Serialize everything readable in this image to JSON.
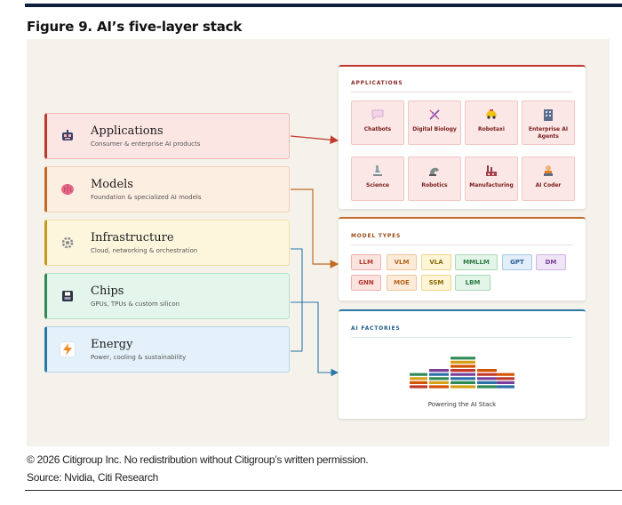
{
  "figure": {
    "title": "Figure 9. AI’s five-layer stack"
  },
  "layers": [
    {
      "title": "Applications",
      "subtitle": "Consumer & enterprise AI products",
      "icon": "robot-icon",
      "bg": "#fbe6e4",
      "border": "#f1bdb8",
      "accent": "#c0392b"
    },
    {
      "title": "Models",
      "subtitle": "Foundation & specialized AI models",
      "icon": "brain-icon",
      "bg": "#fdeee2",
      "border": "#f3cfb2",
      "accent": "#c46a24"
    },
    {
      "title": "Infrastructure",
      "subtitle": "Cloud, networking & orchestration",
      "icon": "gear-icon",
      "bg": "#fdf6dd",
      "border": "#eedfa6",
      "accent": "#c79a1c"
    },
    {
      "title": "Chips",
      "subtitle": "GPUs, TPUs & custom silicon",
      "icon": "chip-icon",
      "bg": "#e4f5ec",
      "border": "#b6e0c8",
      "accent": "#2e8b57"
    },
    {
      "title": "Energy",
      "subtitle": "Power, cooling & sustainability",
      "icon": "lightning-icon",
      "bg": "#e4f1fa",
      "border": "#b5d6ec",
      "accent": "#2a78a8"
    }
  ],
  "applications": {
    "header": "APPLICATIONS",
    "items": [
      {
        "label": "Chatbots",
        "icon": "speech-bubble-icon"
      },
      {
        "label": "Digital Biology",
        "icon": "dna-icon"
      },
      {
        "label": "Robotaxi",
        "icon": "car-icon"
      },
      {
        "label": "Enterprise AI Agents",
        "icon": "building-icon"
      },
      {
        "label": "Science",
        "icon": "microscope-icon"
      },
      {
        "label": "Robotics",
        "icon": "robot-arm-icon"
      },
      {
        "label": "Manufacturing",
        "icon": "factory-icon"
      },
      {
        "label": "AI Coder",
        "icon": "coder-icon"
      }
    ]
  },
  "model_types": {
    "header": "MODEL TYPES",
    "chips": [
      {
        "label": "LLM",
        "bg": "#fbe3e0",
        "border": "#ecb2ab",
        "color": "#b03a2e"
      },
      {
        "label": "VLM",
        "bg": "#fdebd9",
        "border": "#f0c59a",
        "color": "#b5651d"
      },
      {
        "label": "VLA",
        "bg": "#fdf5d6",
        "border": "#ebd58a",
        "color": "#8a6a0a"
      },
      {
        "label": "MMLLM",
        "bg": "#e3f4e8",
        "border": "#a9d8b6",
        "color": "#2d7a45"
      },
      {
        "label": "GPT",
        "bg": "#e2eef9",
        "border": "#a9c8e6",
        "color": "#2a5f95"
      },
      {
        "label": "DM",
        "bg": "#f0e5f7",
        "border": "#d0b3e2",
        "color": "#7a3f9a"
      },
      {
        "label": "GNN",
        "bg": "#fbe3e0",
        "border": "#ecb2ab",
        "color": "#b03a2e"
      },
      {
        "label": "MOE",
        "bg": "#fdebd9",
        "border": "#f0c59a",
        "color": "#b5651d"
      },
      {
        "label": "SSM",
        "bg": "#fdf5d6",
        "border": "#ebd58a",
        "color": "#8a6a0a"
      },
      {
        "label": "LBM",
        "bg": "#e3f4e8",
        "border": "#a9d8b6",
        "color": "#2d7a45"
      }
    ]
  },
  "ai_factories": {
    "header": "AI FACTORIES",
    "caption": "Powering the AI Stack",
    "palette": [
      "#c0392b",
      "#d35400",
      "#d4a017",
      "#2e8b57",
      "#2a6fa8",
      "#7a3f9a"
    ]
  },
  "footer": {
    "copyright": "© 2026 Citigroup Inc. No redistribution without Citigroup’s written permission.",
    "source": "Source: Nvidia, Citi Research"
  },
  "colors": {
    "apps_accent": "#c0392b",
    "models_accent": "#c46a24",
    "factory_accent": "#2a78a8",
    "title_rule": "#0f1e3c"
  }
}
